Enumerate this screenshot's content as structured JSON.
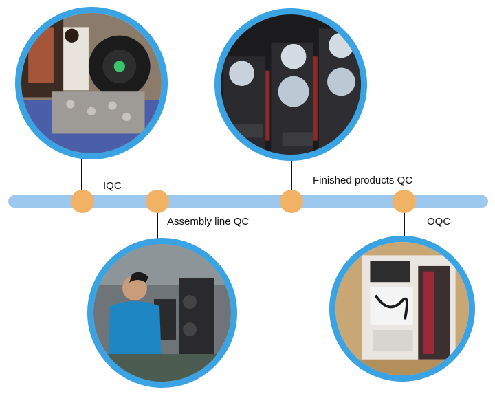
{
  "stages": [
    {
      "label": "IQC",
      "photo_icon": "incoming-materials-photo"
    },
    {
      "label": "Assembly line QC",
      "photo_icon": "assembly-line-photo"
    },
    {
      "label": "Finished products QC",
      "photo_icon": "finished-products-photo"
    },
    {
      "label": "OQC",
      "photo_icon": "packed-carton-photo"
    }
  ],
  "colors": {
    "timeline": "#9cc8ee",
    "node": "#f2b266",
    "photo_ring": "#3aa3e3"
  }
}
